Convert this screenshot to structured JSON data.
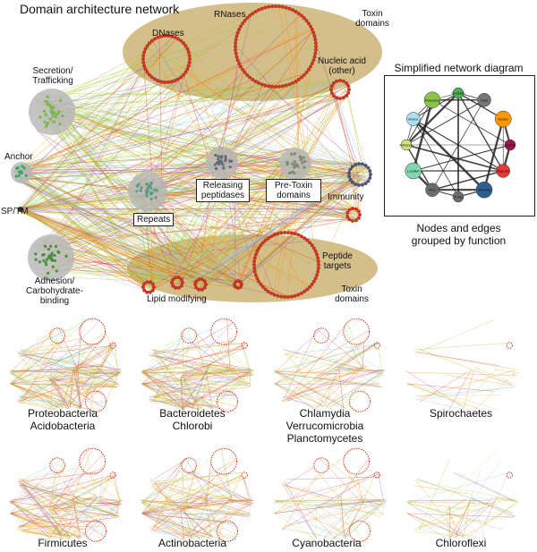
{
  "title": "Domain architecture network",
  "main_network": {
    "regions": {
      "toxin_top": "Toxin\ndomains",
      "toxin_bottom": "Toxin\ndomains",
      "peptide_targets": "Peptide\ntargets"
    },
    "nodes": {
      "rnases": "RNases",
      "dnases": "DNases",
      "nucleic": "Nucleic acid\n(other)",
      "secretion": "Secretion/\nTrafficking",
      "anchor": "Anchor",
      "sptm": "SP/TM",
      "releasing": "Releasing\npeptidases",
      "pretoxin": "Pre-Toxin\ndomains",
      "immunity": "Immunity",
      "repeats": "Repeats",
      "adhesion": "Adhesion/\nCarbohydrate-\nbinding",
      "lipid": "Lipid modifying"
    },
    "colors": {
      "toxin_region": "#d4be8a",
      "secretion": "#7ab648",
      "anchor": "#3aa36b",
      "adhesion": "#4a8f3c",
      "repeats": "#5a9a8a",
      "releasing": "#5f6b78",
      "pretoxin": "#7a8a7a",
      "immunity": "#3a5e8c",
      "toxin_node": "#d9341f",
      "edge_green": "#9acd32",
      "edge_orange": "#ff8c00",
      "edge_purple": "#9b59b6",
      "edge_red": "#e53935"
    }
  },
  "simplified": {
    "title": "Simplified network diagram",
    "caption": "Nodes and edges\ngrouped by function",
    "nodes": [
      {
        "name": "Secretion",
        "color": "#4caf50"
      },
      {
        "name": "Toxin",
        "color": "#757575"
      },
      {
        "name": "Nucleic",
        "color": "#ff9800"
      },
      {
        "name": "Peptide",
        "color": "#a0164e"
      },
      {
        "name": "Repeats",
        "color": "#e53935"
      },
      {
        "name": "Immunity",
        "color": "#2f5f8f"
      },
      {
        "name": "Trans",
        "color": "#6d6d6d"
      },
      {
        "name": "Other",
        "color": "#6d6d6d"
      },
      {
        "name": "Location",
        "color": "#7fd6b0"
      },
      {
        "name": "Adhesion",
        "color": "#cde07a"
      },
      {
        "name": "Anchor",
        "color": "#a8e2ef"
      },
      {
        "name": "Releasing",
        "color": "#8bc34a"
      }
    ]
  },
  "phyla": [
    {
      "label": "Proteobacteria\nAcidobacteria",
      "density": 1.0
    },
    {
      "label": "Bacteroidetes\nChlorobi",
      "density": 0.9
    },
    {
      "label": "Chlamydia\nVerrucomicrobia\nPlanctomycetes",
      "density": 0.45
    },
    {
      "label": "Spirochaetes",
      "density": 0.15
    },
    {
      "label": "Firmicutes",
      "density": 0.85
    },
    {
      "label": "Actinobacteria",
      "density": 0.8
    },
    {
      "label": "Cyanobacteria",
      "density": 0.4
    },
    {
      "label": "Chloroflexi",
      "density": 0.3
    }
  ]
}
